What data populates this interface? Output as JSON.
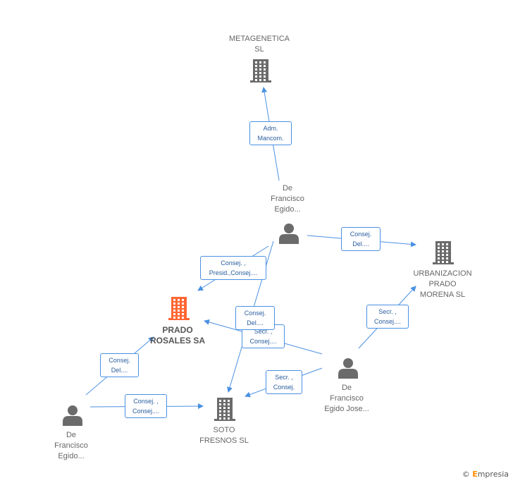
{
  "colors": {
    "edge": "#4a90e2",
    "company": "#6b6b6b",
    "main_company": "#ff6633",
    "person": "#6b6b6b"
  },
  "nodes": {
    "metagenetica": {
      "label": "METAGENETICA\nSL",
      "icon": "building-icon"
    },
    "prado_rosales": {
      "label": "PRADO\nROSALES SA",
      "icon": "building-icon"
    },
    "urbanizacion": {
      "label": "URBANIZACION\nPRADO\nMORENA SL",
      "icon": "building-icon"
    },
    "soto_fresnos": {
      "label": "SOTO\nFRESNOS SL",
      "icon": "building-icon"
    },
    "person_top": {
      "label": "De\nFrancisco\nEgido...",
      "icon": "person-icon"
    },
    "person_left": {
      "label": "De\nFrancisco\nEgido...",
      "icon": "person-icon"
    },
    "person_right": {
      "label": "De\nFrancisco\nEgido Jose...",
      "icon": "person-icon"
    }
  },
  "edges": {
    "adm_mancom": [
      "Adm.",
      "Mancom."
    ],
    "consej_del_urb": [
      "Consej.",
      "Del...."
    ],
    "consej_presid": [
      "Consej. ,",
      "Presid.,Consej...."
    ],
    "consej_del_center": [
      "Consej.",
      "Del...."
    ],
    "secr_consej_center": [
      "Secr. ,",
      "Consej...."
    ],
    "secr_consej_urb": [
      "Secr. ,",
      "Consej...."
    ],
    "consej_del_left": [
      "Consej.",
      "Del...."
    ],
    "consej_consej_left": [
      "Consej. ,",
      "Consej...."
    ],
    "secr_consej_soto": [
      "Secr. ,",
      "Consej."
    ]
  },
  "brand": {
    "copyright": "©",
    "name_first": "E",
    "name_rest": "mpresia"
  }
}
